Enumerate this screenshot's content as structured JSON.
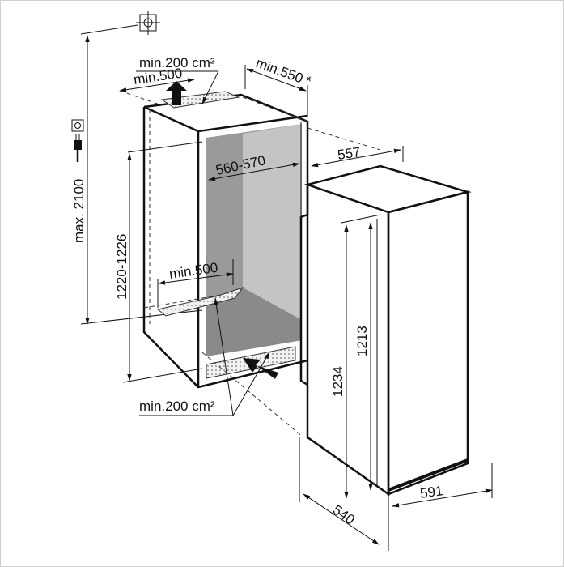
{
  "labels": {
    "top_vent_area": "min.200 cm²",
    "top_vent_depth": "min.500",
    "top_clearance": "min.550 *",
    "niche_width": "560-570",
    "depth_557": "557",
    "max_height": "max. 2100",
    "niche_height": "1220-1226",
    "bottom_vent_depth": "min.500",
    "bottom_vent_area": "min.200 cm²",
    "height_1234": "1234",
    "height_1213": "1213",
    "width_591": "591",
    "depth_540": "540"
  },
  "icons": [
    "water-connection-icon",
    "power-socket-icon",
    "power-plug-icon",
    "airflow-arrow-icon"
  ]
}
